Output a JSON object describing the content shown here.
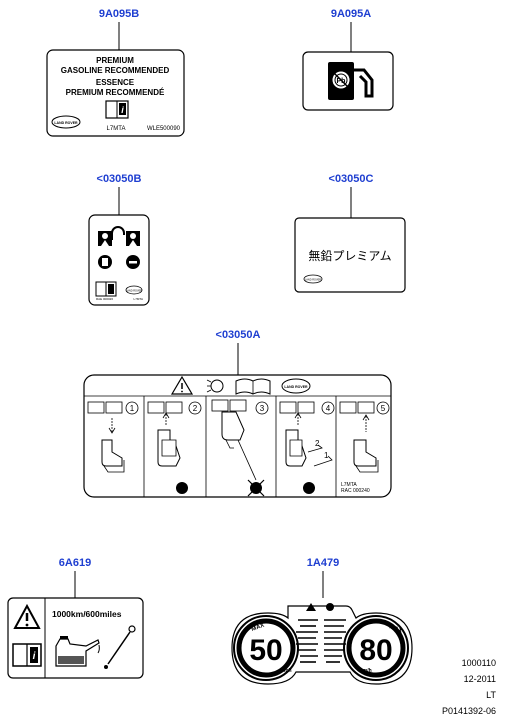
{
  "callouts": {
    "c1": "9A095B",
    "c2": "9A095A",
    "c3": "<03050B",
    "c4": "<03050C",
    "c5": "<03050A",
    "c6": "6A619",
    "c7": "1A479"
  },
  "label_9A095B": {
    "line1": "PREMIUM",
    "line2": "GASOLINE RECOMMENDED",
    "line3": "ESSENCE",
    "line4": "PREMIUM RECOMMENDÉ",
    "logo": "LAND ROVER",
    "code_left": "L7MTA",
    "code_right": "WLE500090"
  },
  "label_03050B": {
    "code_left": "RAE 000026",
    "code_right": "L7MTA",
    "logo": "LAND ROVER"
  },
  "label_03050C": {
    "text": "無鉛プレミアム",
    "logo": "LAND ROVER"
  },
  "label_03050A": {
    "logo": "LAND ROVER",
    "steps": [
      "1",
      "2",
      "3",
      "4",
      "5"
    ],
    "arrow_1": "1",
    "arrow_2": "2",
    "code_line1": "L7MTA",
    "code_line2": "RAC 000240"
  },
  "label_6A619": {
    "text": "1000km/600miles"
  },
  "label_1A479": {
    "max_left": "MAX",
    "value_left": "50",
    "unit_left": "mph",
    "max_right": "MAX",
    "value_right": "80",
    "unit_right": "km/h"
  },
  "meta": {
    "line1": "1000110",
    "line2": "12-2011",
    "line3": "LT",
    "line4": "P0141392-06"
  },
  "colors": {
    "callout": "#1f3fd1",
    "ink": "#000000"
  }
}
